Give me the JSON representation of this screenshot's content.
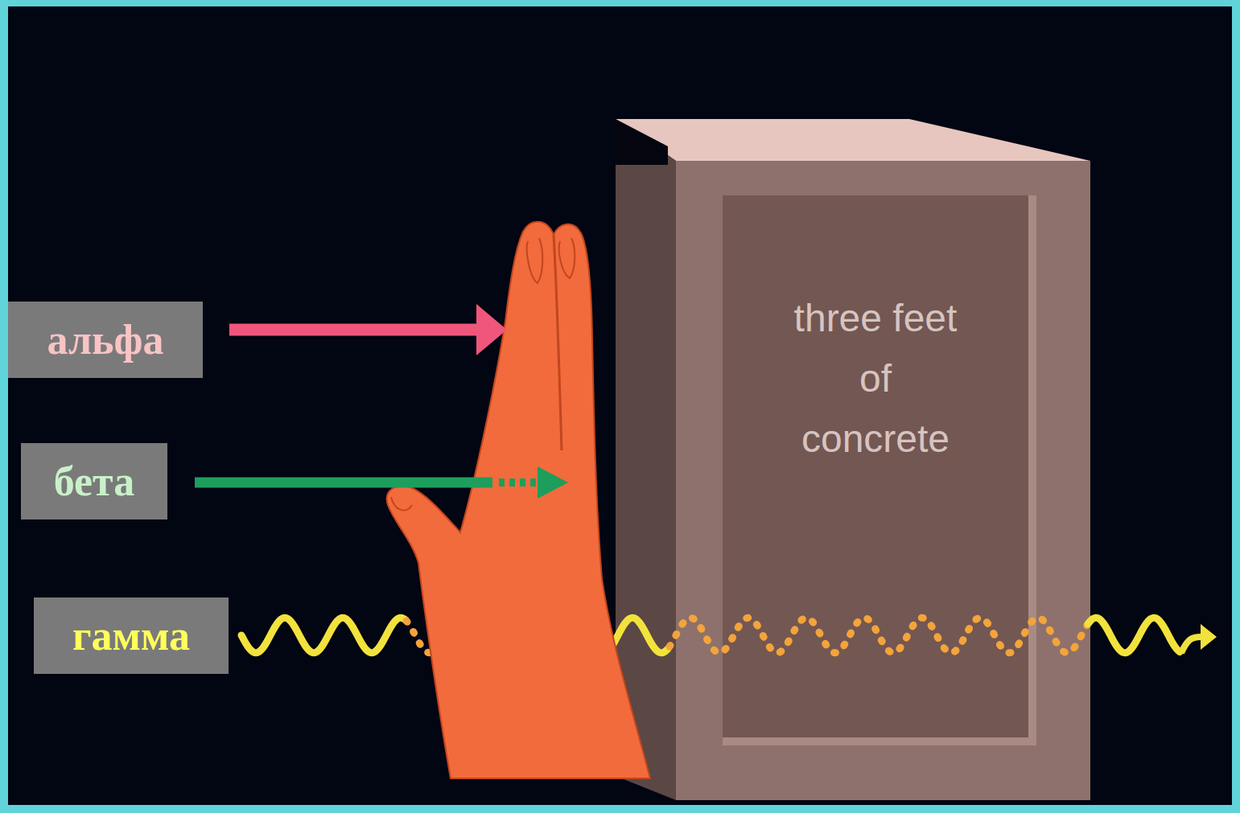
{
  "diagram": {
    "nodes": [
      {
        "text": [
          "альфа"
        ]
      },
      {
        "text": [
          "бета"
        ]
      },
      {
        "text": [
          "гамма"
        ]
      },
      {
        "text": [
          "three feet of concrete"
        ]
      }
    ]
  }
}
